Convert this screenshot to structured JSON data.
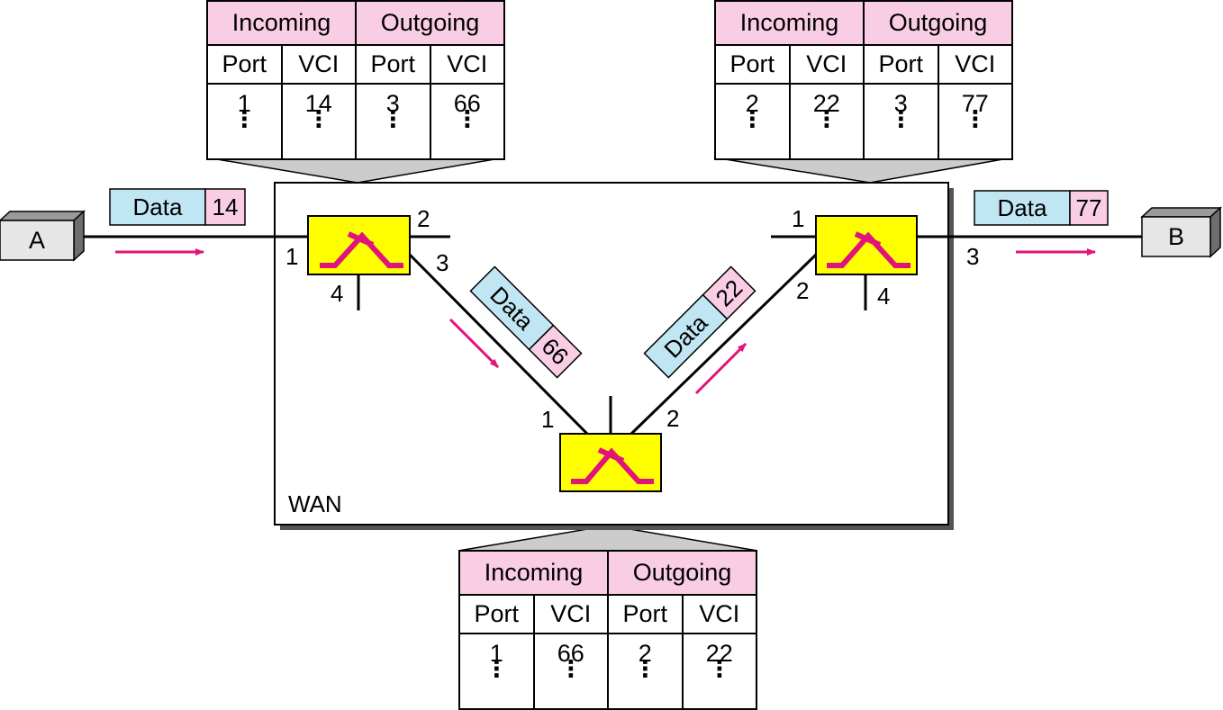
{
  "colors": {
    "switch_fill": "#ffff00",
    "switch_glyph": "#e0147a",
    "data_label_fill": "#bfe6f2",
    "vci_label_fill": "#f9cde3",
    "table_header_fill": "#f9cde3",
    "arrow": "#e0147a",
    "host_fill": "#e6e6e6"
  },
  "hosts": {
    "a": "A",
    "b": "B"
  },
  "wan_label": "WAN",
  "frames": {
    "a_out": {
      "data": "Data",
      "vci": "14"
    },
    "left_out": {
      "data": "Data",
      "vci": "66"
    },
    "mid_out": {
      "data": "Data",
      "vci": "22"
    },
    "b_in": {
      "data": "Data",
      "vci": "77"
    }
  },
  "ports": {
    "left": {
      "p1": "1",
      "p2": "2",
      "p3": "3",
      "p4": "4"
    },
    "right": {
      "p1": "1",
      "p2": "2",
      "p3": "3",
      "p4": "4"
    },
    "mid": {
      "p1": "1",
      "p2": "2"
    }
  },
  "tables": {
    "left": {
      "incoming": "Incoming",
      "outgoing": "Outgoing",
      "port": "Port",
      "vci": "VCI",
      "in_port": "1",
      "in_vci": "14",
      "out_port": "3",
      "out_vci": "66",
      "more": "⋮"
    },
    "right": {
      "incoming": "Incoming",
      "outgoing": "Outgoing",
      "port": "Port",
      "vci": "VCI",
      "in_port": "2",
      "in_vci": "22",
      "out_port": "3",
      "out_vci": "77",
      "more": "⋮"
    },
    "bottom": {
      "incoming": "Incoming",
      "outgoing": "Outgoing",
      "port": "Port",
      "vci": "VCI",
      "in_port": "1",
      "in_vci": "66",
      "out_port": "2",
      "out_vci": "22",
      "more": "⋮"
    }
  }
}
